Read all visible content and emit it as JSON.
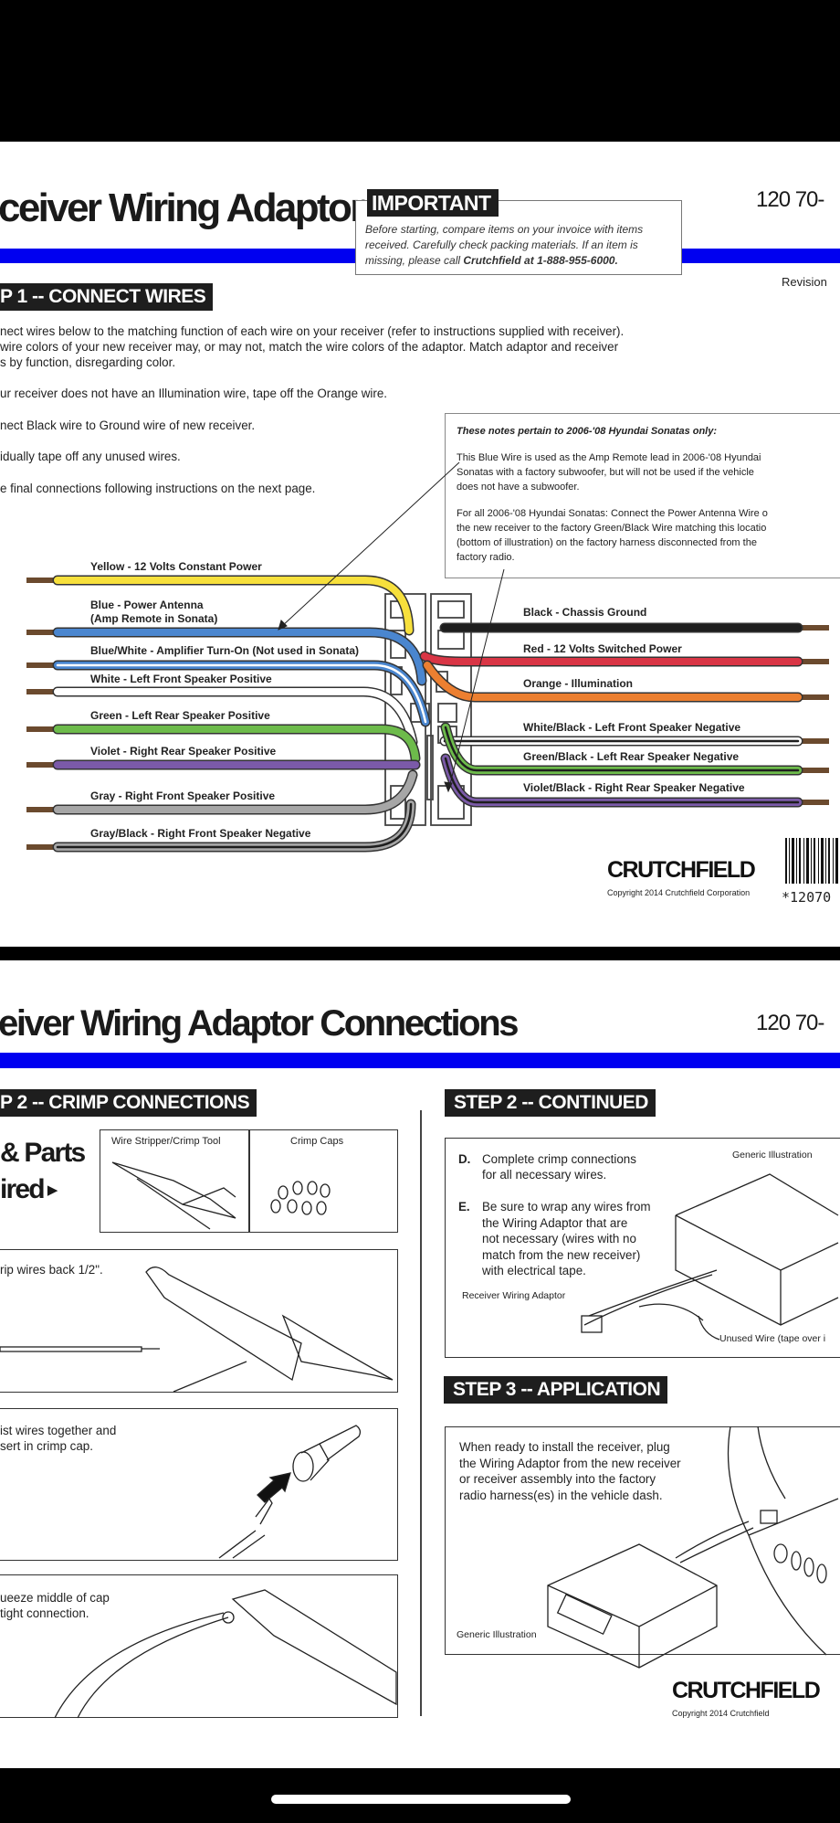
{
  "page1": {
    "title": "ceiver Wiring Adaptor",
    "part_number": "120 70-",
    "revision": "Revision",
    "important": {
      "label": "IMPORTANT",
      "line1": "Before starting, compare items on your invoice with items",
      "line2": "received.  Carefully check packing materials.  If an item is",
      "line3_pre": "missing, please call ",
      "line3_bold": "Crutchfield at 1-888-955-6000."
    },
    "step_banner": "P 1 -- CONNECT WIRES",
    "instructions": [
      "nect wires below to the matching function of each wire on your receiver (refer to instructions supplied with receiver).",
      "wire colors of your new receiver may, or may not, match the wire colors of the adaptor.  Match adaptor and receiver",
      "s by function, disregarding color.",
      "ur receiver does not have an Illumination wire, tape off the Orange wire.",
      "nect Black wire to Ground wire of new receiver.",
      "idually tape off any unused wires.",
      "e final connections following instructions on the next page."
    ],
    "notes": {
      "heading": "These notes pertain to 2006-'08 Hyundai Sonatas only:",
      "p1": [
        "This Blue Wire is used as the Amp Remote lead in 2006-'08 Hyundai",
        "Sonatas with a factory subwoofer, but will not be used if the vehicle",
        "does not have a subwoofer."
      ],
      "p2": [
        "For all 2006-'08 Hyundai Sonatas:  Connect the Power Antenna Wire o",
        "the new receiver to the factory Green/Black Wire matching this locatio",
        "(bottom of illustration) on the factory harness disconnected from the",
        "factory radio."
      ]
    },
    "wires_left": [
      {
        "label": "Yellow - 12 Volts Constant Power",
        "color": "#f7e03c",
        "stripe": ""
      },
      {
        "label": "Blue - Power Antenna",
        "label2": "(Amp Remote in Sonata)",
        "color": "#4a86cf",
        "stripe": ""
      },
      {
        "label": "Blue/White - Amplifier Turn-On (Not used in Sonata)",
        "color": "#4a86cf",
        "stripe": "#ffffff"
      },
      {
        "label": "White - Left Front Speaker Positive",
        "color": "#ffffff",
        "stripe": ""
      },
      {
        "label": "Green - Left Rear Speaker Positive",
        "color": "#6dbb4b",
        "stripe": ""
      },
      {
        "label": "Violet - Right Rear Speaker Positive",
        "color": "#7b5aa8",
        "stripe": ""
      },
      {
        "label": "Gray - Right Front Speaker Positive",
        "color": "#a6a6a6",
        "stripe": ""
      },
      {
        "label": "Gray/Black - Right Front Speaker Negative",
        "color": "#a6a6a6",
        "stripe": "#1e1e1e"
      }
    ],
    "wires_right": [
      {
        "label": "Black - Chassis Ground",
        "color": "#1e1e1e",
        "stripe": ""
      },
      {
        "label": "Red - 12 Volts Switched Power",
        "color": "#d93545",
        "stripe": ""
      },
      {
        "label": "Orange - Illumination",
        "color": "#ec7f30",
        "stripe": ""
      },
      {
        "label": "White/Black - Left Front Speaker Negative",
        "color": "#ffffff",
        "stripe": "#1e1e1e"
      },
      {
        "label": "Green/Black - Left Rear Speaker Negative",
        "color": "#6dbb4b",
        "stripe": "#1e1e1e"
      },
      {
        "label": "Violet/Black - Right Rear Speaker Negative",
        "color": "#7b5aa8",
        "stripe": "#1e1e1e"
      }
    ],
    "logo": "CRUTCHFIELD",
    "copyright": "Copyright 2014  Crutchfield Corporation",
    "barcode_text": "*12070"
  },
  "page2": {
    "title": "eiver Wiring Adaptor Connections",
    "part_number": "120 70-",
    "step2_banner": "P 2 -- CRIMP CONNECTIONS",
    "tools_heading_1": "& Parts",
    "tools_heading_2": "ired",
    "tools": [
      {
        "label": "Wire Stripper/Crimp Tool"
      },
      {
        "label": "Crimp Caps"
      }
    ],
    "steps": [
      {
        "lines": [
          "rip wires back 1/2\"."
        ]
      },
      {
        "lines": [
          "ist wires together and",
          "sert in crimp cap."
        ]
      },
      {
        "lines": [
          "ueeze middle of cap",
          " tight connection."
        ]
      }
    ],
    "step2_continued_banner": "STEP 2 -- CONTINUED",
    "continued": {
      "d_letter": "D.",
      "d_lines": [
        "Complete crimp connections",
        "for all necessary wires."
      ],
      "e_letter": "E.",
      "e_lines": [
        "Be sure to wrap any wires from",
        "the Wiring Adaptor that are",
        "not necessary (wires with no",
        "match from the new receiver)",
        "with electrical tape."
      ],
      "generic": "Generic Illustration",
      "adaptor_label": "Receiver Wiring Adaptor",
      "unused_label": "Unused Wire (tape over i"
    },
    "step3_banner": "STEP 3 -- APPLICATION",
    "application": {
      "lines": [
        "When ready to install the receiver, plug",
        "the Wiring Adaptor from the new receiver",
        "or receiver assembly into the factory",
        "radio harness(es) in the vehicle dash."
      ],
      "generic": "Generic Illustration"
    },
    "logo": "CRUTCHFIELD",
    "copyright": "Copyright 2014  Crutchfield"
  },
  "colors": {
    "accent_blue": "#0000f0",
    "banner": "#1e1e1e"
  }
}
